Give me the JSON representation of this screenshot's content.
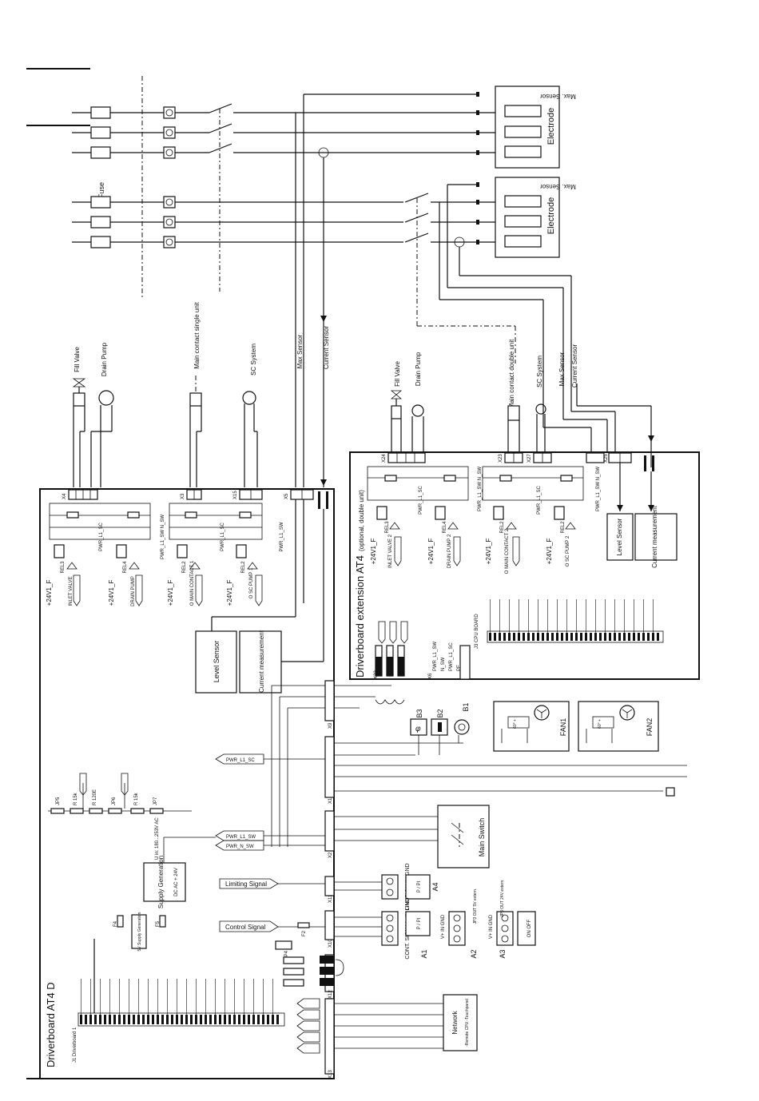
{
  "diagram": {
    "electrode_blocks": [
      {
        "max_sensor": "Max. Sensor",
        "title": "Electrode"
      },
      {
        "max_sensor": "Max. Sensor",
        "title": "Electrode"
      }
    ],
    "fuse_label": "Fuse",
    "main_board": {
      "title": "Driverboard AT4 D",
      "vertical_labels": [
        "Fill Valve",
        "Drain Pump",
        "Main contact single unit",
        "SC System",
        "Max Sensor",
        "Current Sensor"
      ],
      "connectors": [
        "X4",
        "X3",
        "X15",
        "X5",
        "X9",
        "X1",
        "X2",
        "X11",
        "X10",
        "X12",
        "X13"
      ],
      "relays": [
        {
          "ref": "REL3",
          "name": "INLET VALVE",
          "supply": "+24V1_F"
        },
        {
          "ref": "REL4",
          "name": "DRAIN PUMP",
          "supply": "+24V1_F"
        },
        {
          "ref": "REL2",
          "name": "O MAIN CONTACT 1",
          "supply": "+24V1_F"
        },
        {
          "ref": "REL2",
          "name": "O SC PUMP 1",
          "supply": "+24V1_F"
        }
      ],
      "switch_labels": [
        "PWR_L1_SC",
        "PWR_L1_SW  N_SW",
        "PWR_L1_SC",
        "PWR_L1_SW"
      ],
      "level_sensor": "Level Sensor",
      "current_measurement": "Current measurement",
      "supply_generation": "Supply Generation",
      "supply_detail": "DC  AC  + 24V",
      "u_in": "U in: 180...253V AC",
      "limiting_signal": "Limiting Signal",
      "control_signal": "Control Signal",
      "supply_5v": "5V Supply Generation",
      "driverboard_conn": "J1 Driverboard 1",
      "net_labels": [
        "PWR_L1_SC",
        "PWR_L1_SW",
        "PWR_N_SW"
      ],
      "jumpers": [
        "JP5",
        "R 15k",
        "R 120E",
        "JP6",
        "R 15k",
        "JP7",
        "JP4",
        "JP3",
        "F4",
        "F5",
        "F2"
      ]
    },
    "ext_board": {
      "title": "Driverboard extension AT4",
      "subtitle": "(optional, double unit)",
      "vertical_labels": [
        "Fill Valve",
        "Drain Pump",
        "Main contact double unit",
        "SC System",
        "Max Sensor",
        "Current Sensor"
      ],
      "connectors": [
        "X24",
        "X23",
        "X27",
        "X25",
        "X22",
        "X6"
      ],
      "relays": [
        {
          "ref": "REL3",
          "name": "INLET VALVE 2",
          "supply": "+24V1_F"
        },
        {
          "ref": "REL4",
          "name": "DRAIN PUMP 2",
          "supply": "+24V1_F"
        },
        {
          "ref": "REL2",
          "name": "O MAIN CONTACT 2",
          "supply": "+24V1_F"
        },
        {
          "ref": "REL2",
          "name": "O SC PUMP 2",
          "supply": "+24V1_F"
        }
      ],
      "switch_labels": [
        "PWR_L1_SC",
        "PWR_L1_SW  N_SW",
        "PWR_L1_SC",
        "PWR_L1_SW  N_SW"
      ],
      "level_sensor": "Level Sensor",
      "current_measurement": "Current measurement",
      "cpu_board": "J3 CPU BOARD",
      "x6_labels": [
        "PWR_L1_SW",
        "N_SW",
        "PWR_L1_SC",
        "PE"
      ]
    },
    "components": {
      "b3": "B3",
      "b2": "B2",
      "b1": "B1",
      "fan1": "FAN1",
      "fan2": "FAN2",
      "main_switch": "Main Switch",
      "a4": "A4",
      "a1": "A1",
      "a2": "A2",
      "a3": "A3",
      "lim_sign": "LIM. SIGN IN GND",
      "cont_sign": "CONT. SIGN V+ IN GND",
      "p_pi": "P / PI",
      "jp3_a2": "JP3 OUT 5V extern.",
      "v_in_gnd": "V+ IN GND",
      "jp3_a3": "JP3 OUT 24V extern.",
      "on_off": "ON OFF",
      "network": "Network",
      "network_sub": "-Remote CPU -Touchpanel",
      "fan_temp": "60° +"
    }
  }
}
